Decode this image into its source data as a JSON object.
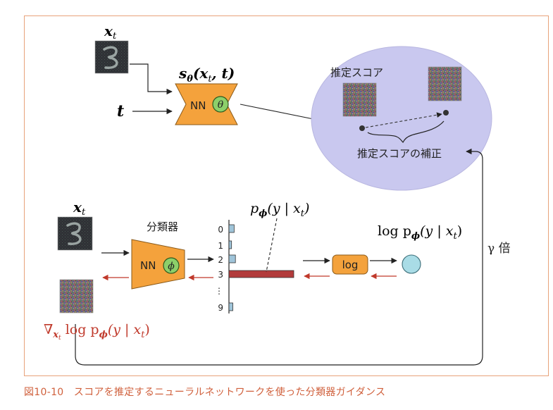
{
  "top": {
    "input_label": "x",
    "input_sub": "t",
    "score_fn": "s",
    "score_fn_sub": "θ",
    "score_fn_args": "(x",
    "score_fn_args_sub": "t",
    "score_fn_args_tail": ", t)",
    "t_label": "t",
    "nn_label": "NN",
    "theta": "θ",
    "estimated_score": "推定スコア",
    "correction_label": "推定スコアの補正"
  },
  "bottom": {
    "input_label": "x",
    "input_sub": "t",
    "classifier_label": "分類器",
    "nn_label": "NN",
    "phi": "ϕ",
    "prob_label": "p",
    "prob_label_sub": "ϕ",
    "prob_label_tail": "(y | x",
    "prob_label_tail_sub": "t",
    "prob_label_close": ")",
    "log_box": "log",
    "logp_label": "log p",
    "logp_sub": "ϕ",
    "logp_tail": "(y | x",
    "logp_tail_sub": "t",
    "logp_close": ")",
    "grad_symbol": "∇",
    "grad_sub": "x",
    "grad_sub_sub": "t",
    "grad_tail": " log p",
    "grad_tail_sub": "ϕ",
    "grad_rest": "(y | x",
    "grad_rest_sub": "t",
    "grad_close": ")",
    "gamma_label": "γ 倍"
  },
  "chart_data": {
    "type": "bar",
    "categories": [
      "0",
      "1",
      "2",
      "3",
      "⋮",
      "9"
    ],
    "values": [
      0.04,
      0.02,
      0.05,
      0.5,
      null,
      0.03
    ],
    "title": "",
    "xlabel": "",
    "ylabel": ""
  },
  "caption": "図10-10　スコアを推定するニューラルネットワークを使った分類器ガイダンス",
  "colors": {
    "frame": "#e8a27a",
    "nn_orange": "#f4a23c",
    "param_green": "#8ccf6a",
    "ellipse_purple": "#c9c8ef",
    "red_arrow": "#c0392b",
    "bar_main": "#b23b3b",
    "bar_small": "#9fc4d9",
    "output_circle": "#a9dce6",
    "caption": "#d0603c"
  }
}
